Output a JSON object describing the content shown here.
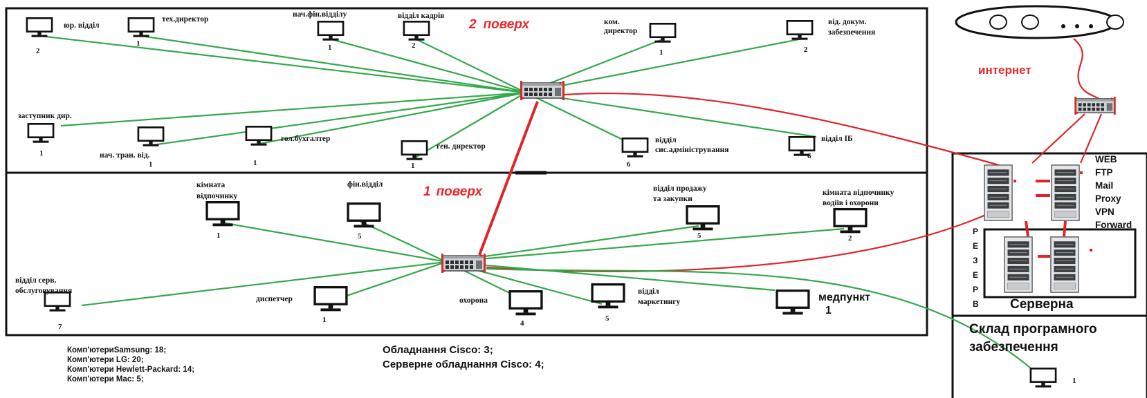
{
  "floor2": {
    "number": "2",
    "label": "поверх"
  },
  "floor1": {
    "number": "1",
    "label": "поверх"
  },
  "internet_label": "интернет",
  "server_room_label": "Серверна",
  "warehouse_label": [
    "Склад програмного",
    "забезпечення"
  ],
  "warehouse_pc": {
    "count": "1"
  },
  "services": [
    "WEB",
    "FTP",
    "Mail",
    "Proxy",
    "VPN",
    "Forward"
  ],
  "reserve_letters": [
    "Р",
    "Е",
    "З",
    "Е",
    "Р",
    "В"
  ],
  "floor2_pcs": [
    {
      "label": [
        "юр. відділ"
      ],
      "count": "2"
    },
    {
      "label": [
        "тех.директор"
      ],
      "count": "1"
    },
    {
      "label": [
        "нач.фін.відділу"
      ],
      "count": "1"
    },
    {
      "label": [
        "відділ кадрів"
      ],
      "count": "2"
    },
    {
      "label": [
        "ком.",
        "директор"
      ],
      "count": "1"
    },
    {
      "label": [
        "від. докум.",
        "забезпечення"
      ],
      "count": "2"
    },
    {
      "label": [
        "заступник дир."
      ],
      "count": "1"
    },
    {
      "label": [
        "нач. тран. від."
      ],
      "count": "1"
    },
    {
      "label": [
        "гол.бухгалтер"
      ],
      "count": "1"
    },
    {
      "label": [
        "ген. директор"
      ],
      "count": "1"
    },
    {
      "label": [
        "відділ",
        "сис.адміністрування"
      ],
      "count": "6"
    },
    {
      "label": [
        "відділ ІБ"
      ],
      "count": "6"
    }
  ],
  "floor1_pcs": [
    {
      "label": [
        "кімната",
        "відпочинку"
      ],
      "count": "1"
    },
    {
      "label": [
        "фін.відділ"
      ],
      "count": "5"
    },
    {
      "label": [
        "відділ продажу",
        "та закупки"
      ],
      "count": "5"
    },
    {
      "label": [
        "кімната відпочинку",
        "водіїв і охорони"
      ],
      "count": "2"
    },
    {
      "label": [
        "відділ серв.",
        "обслуговування"
      ],
      "count": "7"
    },
    {
      "label": [
        "диспетчер"
      ],
      "count": "1"
    },
    {
      "label": [
        "охорона"
      ],
      "count": "4"
    },
    {
      "label": [
        "відділ",
        "маркетингу"
      ],
      "count": "5"
    },
    {
      "label": [
        "медпункт"
      ],
      "count": "1"
    }
  ],
  "totals_left": [
    "Комп'ютериSamsung: 18;",
    "Комп'ютери LG: 20;",
    "Комп'ютери Hewlett-Packard: 14;",
    "Комп'ютери Mac: 5;"
  ],
  "totals_right": [
    "Обладнання Cisco: 3;",
    "Серверне обладнання Cisco: 4;"
  ]
}
